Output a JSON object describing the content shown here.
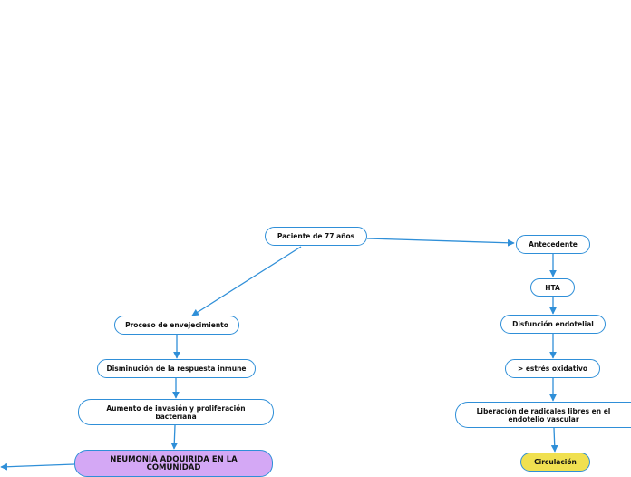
{
  "nodes": {
    "paciente": "Paciente de 77 años",
    "antecedente": "Antecedente",
    "hta": "HTA",
    "disfuncion": "Disfunción endotelial",
    "estres": "> estrés oxidativo",
    "liberacion": "Liberación de radicales libres en el endotelio vascular",
    "circulacion": "Circulación",
    "envejecimiento": "Proceso de envejecimiento",
    "disminucion": "Disminución de la respuesta inmune",
    "aumento": "Aumento de invasión y proliferación bacteriana",
    "neumonia": "NEUMONÍA ADQUIRIDA EN LA COMUNIDAD"
  },
  "colors": {
    "edge": "#2f8fd8",
    "border": "#2f8fd8",
    "neumonia_fill": "#d4a8f5",
    "circulacion_fill": "#f0e050"
  }
}
